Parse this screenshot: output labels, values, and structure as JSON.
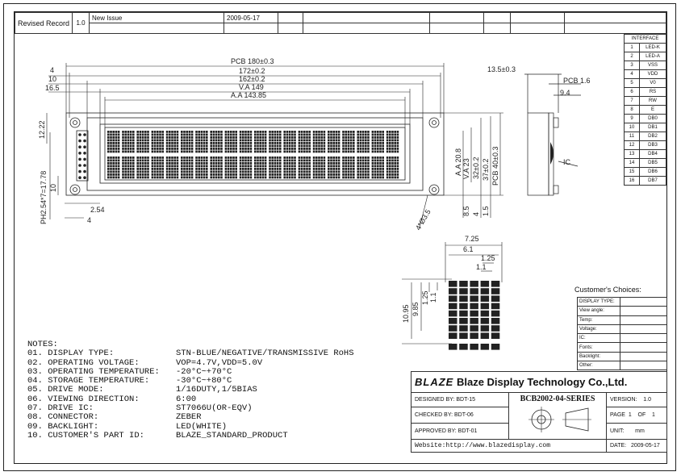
{
  "revision": {
    "label": "Revised Record",
    "version": "1.0",
    "description": "New Issue",
    "date": "2009-05-17"
  },
  "interface": {
    "title": "INTERFACE",
    "pins": [
      {
        "n": "1",
        "s": "LED-K"
      },
      {
        "n": "2",
        "s": "LED-A"
      },
      {
        "n": "3",
        "s": "VSS"
      },
      {
        "n": "4",
        "s": "VDD"
      },
      {
        "n": "5",
        "s": "V0"
      },
      {
        "n": "6",
        "s": "RS"
      },
      {
        "n": "7",
        "s": "RW"
      },
      {
        "n": "8",
        "s": "E"
      },
      {
        "n": "9",
        "s": "DB0"
      },
      {
        "n": "10",
        "s": "DB1"
      },
      {
        "n": "11",
        "s": "DB2"
      },
      {
        "n": "12",
        "s": "DB3"
      },
      {
        "n": "13",
        "s": "DB4"
      },
      {
        "n": "14",
        "s": "DB5"
      },
      {
        "n": "15",
        "s": "DB6"
      },
      {
        "n": "16",
        "s": "DB7"
      }
    ]
  },
  "dims": {
    "pcb_w": "PCB 180±0.3",
    "w172": "172±0.2",
    "w162": "162±0.2",
    "va_w": "V.A 149",
    "aa_w": "A.A 143.85",
    "d4": "4",
    "d10": "10",
    "d16_5": "16.5",
    "d12_22": "12.22",
    "d10b": "10",
    "d2_54": "2.54",
    "d4b": "4",
    "pitch": "PH2.54*7=17.78",
    "holes": "4*Ø3.5",
    "aa_h": "A.A 20.8",
    "va_h": "V.A 23",
    "h32": "32±0.2",
    "h37": "37±0.2",
    "pcb_h": "PCB 40±0.3",
    "d8_5": "8.5",
    "d4c": "4",
    "d1_5": "1.5",
    "side_13_5": "13.5±0.3",
    "side_pcb": "PCB 1.6",
    "side_9_4": "9.4",
    "ic": "IC",
    "dot_7_25": "7.25",
    "dot_6_1": "6.1",
    "dot_1_25": "1.25",
    "dot_1_1": "1.1",
    "dot_10_95": "10.95",
    "dot_9_85": "9.85",
    "dot_1_25v": "1.25",
    "dot_1_1v": "1.1"
  },
  "notes": {
    "title": "NOTES:",
    "items": [
      {
        "k": "01. DISPLAY TYPE:",
        "v": "STN-BLUE/NEGATIVE/TRANSMISSIVE RoHS"
      },
      {
        "k": "02. OPERATING VOLTAGE:",
        "v": "VOP=4.7V,VDD=5.0V"
      },
      {
        "k": "03. OPERATING TEMPERATURE:",
        "v": "-20°C~+70°C"
      },
      {
        "k": "04. STORAGE TEMPERATURE:",
        "v": "-30°C~+80°C"
      },
      {
        "k": "05. DRIVE MODE:",
        "v": "1/16DUTY,1/5BIAS"
      },
      {
        "k": "06. VIEWING DIRECTION:",
        "v": "6:00"
      },
      {
        "k": "07. DRIVE IC:",
        "v": "ST7066U(OR-EQV)"
      },
      {
        "k": "08. CONNECTOR:",
        "v": "ZEBER"
      },
      {
        "k": "09. BACKLIGHT:",
        "v": "LED(WHITE)"
      },
      {
        "k": "10. CUSTOMER'S PART ID:",
        "v": "BLAZE_STANDARD_PRODUCT"
      }
    ]
  },
  "customer": {
    "title": "Customer's Choices:",
    "rows": [
      "DISPLAY TYPE:",
      "View angle:",
      "Temp:",
      "Voltage:",
      "IC:",
      "Fonts:",
      "Backlight:",
      "Other:"
    ]
  },
  "titleblock": {
    "logo": "BLAZE",
    "company": "Blaze Display Technology Co.,Ltd.",
    "designed": "DESIGNED BY:  BDT-15",
    "checked": "CHECKED BY:  BDT-06",
    "approved": "APPROVED BY:  BDT-01",
    "model": "BCB2002-04-SERIES",
    "version_label": "VERSION:",
    "version": "1.0",
    "page_label": "PAGE",
    "page": "1",
    "of_label": "OF",
    "of": "1",
    "unit_label": "UNIT:",
    "unit": "mm",
    "website": "Website:http://www.blazedisplay.com",
    "date_label": "DATE:",
    "date": "2009-05-17"
  }
}
